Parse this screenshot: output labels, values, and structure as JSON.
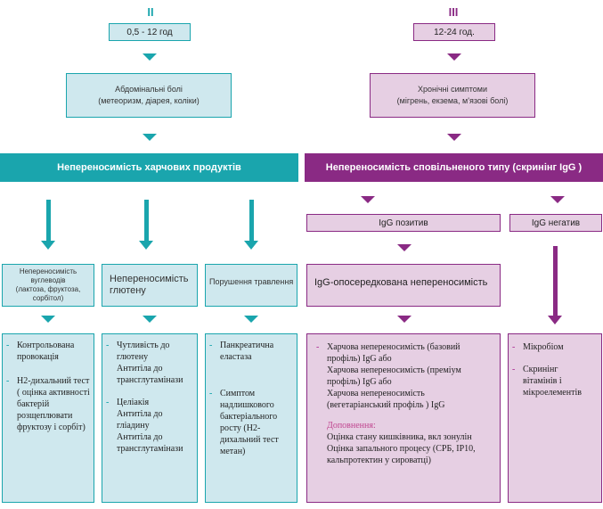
{
  "columns": {
    "left": {
      "roman": "II",
      "age": "0,5 - 12 год",
      "symptoms_title": "Абдомінальні болі",
      "symptoms_detail": "(метеоризм,  діарея, коліки)",
      "banner": "Непереносимість харчових продуктів",
      "sub": [
        {
          "title_line1": "Непереносимість",
          "title_line2": "вуглеводів",
          "title_line3": "(лактоза, фруктоза,",
          "title_line4": "сорбітол)"
        },
        {
          "title_line1": "Непереносимість",
          "title_line2": "глютену"
        },
        {
          "title_line1": "Порушення травлення"
        }
      ],
      "details": [
        {
          "items": [
            {
              "lines": [
                "Контрольована",
                "провокація"
              ]
            },
            {
              "lines": [
                "H2-дихальний тест",
                "( оцінка активності",
                "бактерій",
                "розщеплювати",
                "фруктозу і сорбіт)"
              ]
            }
          ]
        },
        {
          "items": [
            {
              "lines": [
                "Чутливість до",
                "глютену",
                "Антитіла до",
                "трансглутамінази"
              ]
            },
            {
              "lines": [
                "Целіакія",
                "Антитіла до",
                "гліадину",
                "Антитіла до",
                "трансглутамінази"
              ]
            }
          ]
        },
        {
          "items": [
            {
              "lines": [
                "Панкреатична",
                "еластаза"
              ]
            },
            {
              "lines": [
                "Симптом",
                "надлишкового",
                "бактеріального",
                "росту (H2-",
                "дихальний тест",
                "метан)"
              ]
            }
          ]
        }
      ]
    },
    "right": {
      "roman": "III",
      "age": "12-24 год.",
      "symptoms_title": "Хронічні симптоми",
      "symptoms_detail": "(мігрень, екзема, м'язові болі)",
      "banner": "Непереносимість сповільненого типу  (скринінг IgG )",
      "positive": "IgG позитив",
      "negative": "IgG негатив",
      "mediated": "IgG-опосередкована непереносимість",
      "main_details": {
        "lines": [
          "Харчова непереносимість (базовий",
          "профіль) IgG           або",
          "Харчова непереносимість (преміум",
          "профіль)  IgG   або",
          "Харчова непереносимість",
          "(вегетаріанський профіль ) IgG"
        ],
        "addition_label": "Доповнення:",
        "addition_lines": [
          "Оцінка  стану кишківника, вкл зонулін",
          "Оцінка запального процесу (СРБ, IP10,",
          "кальпротектин у  сироватці)"
        ]
      },
      "neg_details": {
        "item1": "Мікробіом",
        "item2_lines": [
          "Скринінг",
          "вітамінів і",
          "мікроелементів"
        ]
      }
    }
  },
  "colors": {
    "teal": "#1aa5ad",
    "teal_light": "#cfe8ee",
    "purple": "#8a2a84",
    "purple_light": "#e6cfe3",
    "accent_pink": "#b03a9a"
  }
}
